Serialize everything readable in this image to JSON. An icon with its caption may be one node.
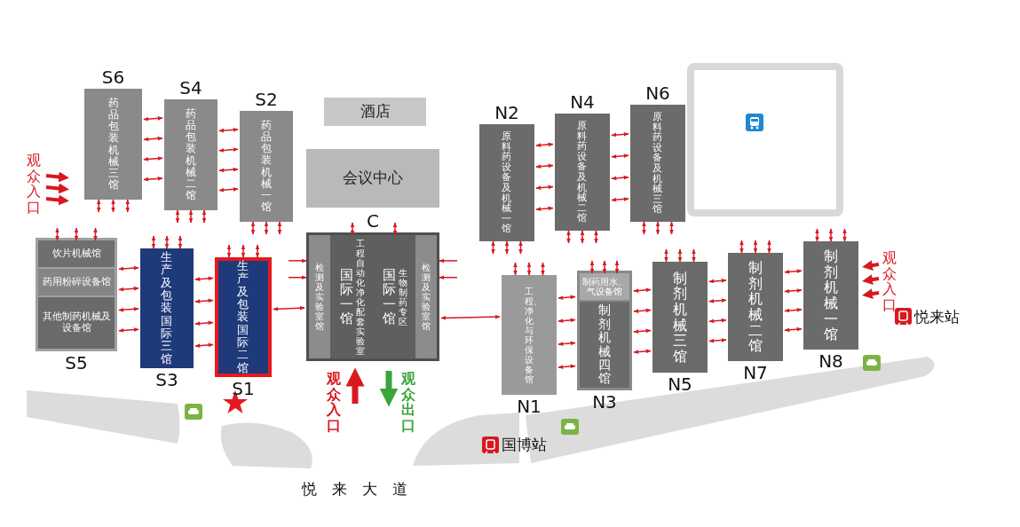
{
  "diagram": {
    "nodes": [
      {
        "text": [
          "S6",
          "药品包装机械三馆"
        ]
      },
      {
        "text": [
          "S4",
          "药品包装机械二馆"
        ]
      },
      {
        "text": [
          "S2",
          "药品包装机械一馆"
        ]
      },
      {
        "text": [
          "S5"
        ]
      },
      {
        "text": [
          "饮片机械馆"
        ],
        "in": 3
      },
      {
        "text": [
          "药用粉碎设备馆"
        ],
        "in": 3
      },
      {
        "text": [
          "其他制药机械及设备馆"
        ],
        "in": 3
      },
      {
        "text": [
          "生产及包装国际三馆",
          "S3"
        ]
      },
      {
        "text": [
          "生产及包装国际二馆",
          "S1"
        ]
      },
      {
        "text": [
          "酒店"
        ]
      },
      {
        "text": [
          "会议中心"
        ]
      },
      {
        "text": [
          "C"
        ]
      },
      {
        "text": [
          "检测及实验室馆"
        ],
        "in": 11
      },
      {
        "text": [
          "国际一馆",
          "工程自动化净化配套实验室"
        ],
        "in": 11
      },
      {
        "text": [
          "国际一馆",
          "生物制药专区"
        ],
        "in": 11
      },
      {
        "text": [
          "检测及实验室馆"
        ],
        "in": 11
      },
      {
        "text": [
          "N2",
          "原料药设备及机械一馆"
        ]
      },
      {
        "text": [
          "N4",
          "原料药设备及机械二馆"
        ]
      },
      {
        "text": [
          "N6",
          "原料药设备及机械三馆"
        ]
      },
      {
        "text": [
          "工程、净化与环保设备馆",
          "N1"
        ]
      },
      {
        "text": [
          "N3"
        ]
      },
      {
        "text": [
          "制药用水、气设备馆"
        ],
        "in": 20
      },
      {
        "text": [
          "制剂机械四馆"
        ],
        "in": 20
      },
      {
        "text": [
          "制剂机械三馆",
          "N5"
        ]
      },
      {
        "text": [
          "制剂机械二馆",
          "N7"
        ]
      },
      {
        "text": [
          "制剂机械一馆",
          "N8"
        ]
      }
    ],
    "edges": [
      {
        "from": 0,
        "to": 1,
        "arrow": "both"
      },
      {
        "from": 0,
        "to": 1,
        "arrow": "both"
      },
      {
        "from": 0,
        "to": 1,
        "arrow": "both"
      },
      {
        "from": 0,
        "to": 1,
        "arrow": "both"
      },
      {
        "from": 1,
        "to": 2,
        "arrow": "both"
      },
      {
        "from": 1,
        "to": 2,
        "arrow": "both"
      },
      {
        "from": 1,
        "to": 2,
        "arrow": "both"
      },
      {
        "from": 1,
        "to": 2,
        "arrow": "both"
      },
      {
        "from": 3,
        "to": 7,
        "arrow": "both"
      },
      {
        "from": 3,
        "to": 7,
        "arrow": "both"
      },
      {
        "from": 3,
        "to": 7,
        "arrow": "both"
      },
      {
        "from": 3,
        "to": 7,
        "arrow": "both"
      },
      {
        "from": 7,
        "to": 8,
        "arrow": "both"
      },
      {
        "from": 7,
        "to": 8,
        "arrow": "both"
      },
      {
        "from": 7,
        "to": 8,
        "arrow": "both"
      },
      {
        "from": 7,
        "to": 8,
        "arrow": "both"
      },
      {
        "from": 16,
        "to": 17,
        "arrow": "both"
      },
      {
        "from": 16,
        "to": 17,
        "arrow": "both"
      },
      {
        "from": 16,
        "to": 17,
        "arrow": "both"
      },
      {
        "from": 16,
        "to": 17,
        "arrow": "both"
      },
      {
        "from": 17,
        "to": 18,
        "arrow": "both"
      },
      {
        "from": 17,
        "to": 18,
        "arrow": "both"
      },
      {
        "from": 17,
        "to": 18,
        "arrow": "both"
      },
      {
        "from": 17,
        "to": 18,
        "arrow": "both"
      },
      {
        "from": 19,
        "to": 20,
        "arrow": "both"
      },
      {
        "from": 19,
        "to": 20,
        "arrow": "both"
      },
      {
        "from": 19,
        "to": 20,
        "arrow": "both"
      },
      {
        "from": 19,
        "to": 20,
        "arrow": "both"
      },
      {
        "from": 20,
        "to": 23,
        "arrow": "both"
      },
      {
        "from": 20,
        "to": 23,
        "arrow": "both"
      },
      {
        "from": 20,
        "to": 23,
        "arrow": "both"
      },
      {
        "from": 20,
        "to": 23,
        "arrow": "both"
      },
      {
        "from": 23,
        "to": 24,
        "arrow": "both"
      },
      {
        "from": 23,
        "to": 24,
        "arrow": "both"
      },
      {
        "from": 23,
        "to": 24,
        "arrow": "both"
      },
      {
        "from": 23,
        "to": 24,
        "arrow": "both"
      },
      {
        "from": 24,
        "to": 25,
        "arrow": "both"
      },
      {
        "from": 24,
        "to": 25,
        "arrow": "both"
      },
      {
        "from": 24,
        "to": 25,
        "arrow": "both"
      },
      {
        "from": 24,
        "to": 25,
        "arrow": "both"
      },
      {
        "from": null,
        "to": 0,
        "arrow": "both"
      },
      {
        "from": null,
        "to": 0,
        "arrow": "both"
      },
      {
        "from": null,
        "to": 0,
        "arrow": "both"
      },
      {
        "from": null,
        "to": 1,
        "arrow": "both"
      },
      {
        "from": null,
        "to": 1,
        "arrow": "both"
      },
      {
        "from": null,
        "to": 1,
        "arrow": "both"
      },
      {
        "from": null,
        "to": 2,
        "arrow": "both"
      },
      {
        "from": null,
        "to": 2,
        "arrow": "both"
      },
      {
        "from": null,
        "to": 2,
        "arrow": "both"
      },
      {
        "from": null,
        "to": 4,
        "arrow": "both"
      },
      {
        "from": null,
        "to": 4,
        "arrow": "both"
      },
      {
        "from": null,
        "to": 4,
        "arrow": "both"
      },
      {
        "from": null,
        "to": 7,
        "arrow": "both"
      },
      {
        "from": null,
        "to": 7,
        "arrow": "both"
      },
      {
        "from": null,
        "to": 7,
        "arrow": "both"
      },
      {
        "from": null,
        "to": 8,
        "arrow": "both"
      },
      {
        "from": null,
        "to": 8,
        "arrow": "both"
      },
      {
        "from": null,
        "to": 8,
        "arrow": "both"
      },
      {
        "from": null,
        "to": 13,
        "arrow": "both"
      },
      {
        "from": null,
        "to": 14,
        "arrow": "both"
      },
      {
        "from": null,
        "to": 11,
        "arrow": "to"
      },
      {
        "from": null,
        "to": 11,
        "arrow": "to"
      },
      {
        "from": null,
        "to": 11,
        "arrow": "to"
      },
      {
        "from": null,
        "to": 11,
        "arrow": "to"
      },
      {
        "from": null,
        "to": 16,
        "arrow": "both"
      },
      {
        "from": null,
        "to": 16,
        "arrow": "both"
      },
      {
        "from": null,
        "to": 16,
        "arrow": "both"
      },
      {
        "from": null,
        "to": 17,
        "arrow": "both"
      },
      {
        "from": null,
        "to": 17,
        "arrow": "both"
      },
      {
        "from": null,
        "to": 17,
        "arrow": "both"
      },
      {
        "from": null,
        "to": 18,
        "arrow": "both"
      },
      {
        "from": null,
        "to": 18,
        "arrow": "both"
      },
      {
        "from": null,
        "to": 18,
        "arrow": "both"
      },
      {
        "from": null,
        "to": 19,
        "arrow": "both"
      },
      {
        "from": null,
        "to": 19,
        "arrow": "both"
      },
      {
        "from": null,
        "to": 19,
        "arrow": "both"
      },
      {
        "from": null,
        "to": 21,
        "arrow": "both"
      },
      {
        "from": null,
        "to": 21,
        "arrow": "both"
      },
      {
        "from": null,
        "to": 21,
        "arrow": "both"
      },
      {
        "from": null,
        "to": 23,
        "arrow": "both"
      },
      {
        "from": null,
        "to": 23,
        "arrow": "both"
      },
      {
        "from": null,
        "to": 23,
        "arrow": "both"
      },
      {
        "from": null,
        "to": 24,
        "arrow": "both"
      },
      {
        "from": null,
        "to": 24,
        "arrow": "both"
      },
      {
        "from": null,
        "to": 24,
        "arrow": "both"
      },
      {
        "from": null,
        "to": 25,
        "arrow": "both"
      },
      {
        "from": null,
        "to": 25,
        "arrow": "both"
      },
      {
        "from": null,
        "to": 25,
        "arrow": "both"
      },
      {
        "from": 8,
        "to": 11,
        "arrow": "both"
      },
      {
        "from": 11,
        "to": 19,
        "arrow": "both"
      }
    ],
    "labels": [
      "观众入口",
      "观众入口",
      "观众出口",
      "观众入口",
      "悦来站",
      "国博站",
      "悦来大道"
    ]
  }
}
